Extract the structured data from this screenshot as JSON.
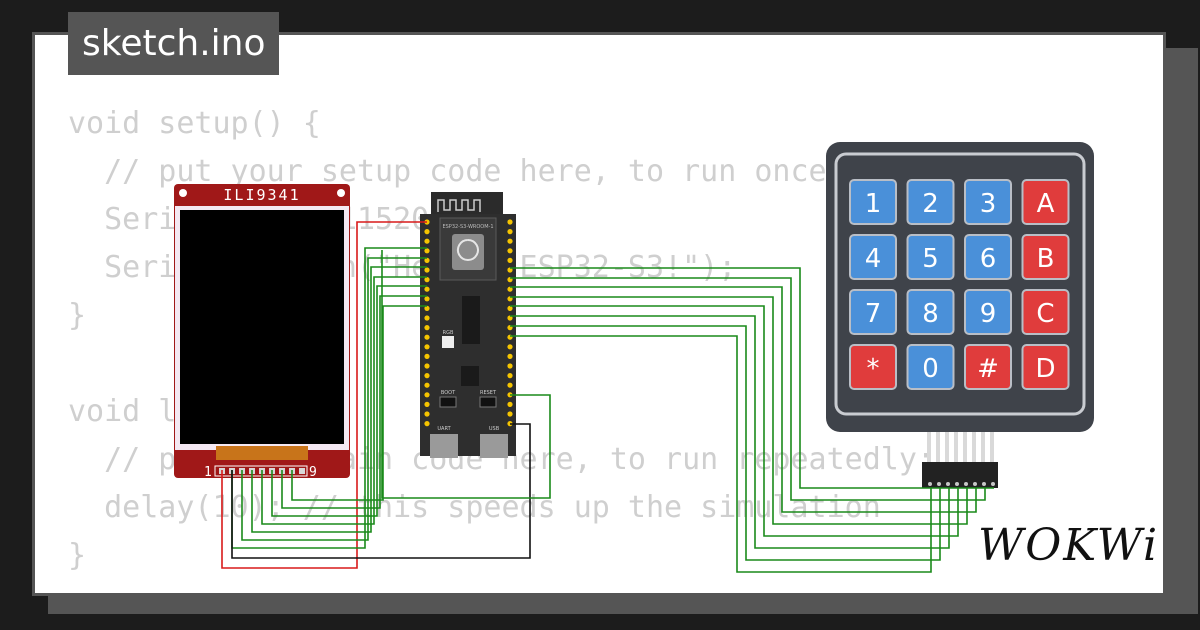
{
  "title": "sketch.ino",
  "code_lines": [
    "void setup() {",
    "  // put your setup code here, to run once:",
    "  Serial.begin(115200);",
    "  Serial.println(\"Hello, ESP32-S3!\");",
    "}",
    "",
    "void loop() {",
    "  // put your main code here, to run repeatedly:",
    "  delay(10); // this speeds up the simulation",
    "}"
  ],
  "display": {
    "label": "ILI9341",
    "pin_first": "1",
    "pin_last": "9"
  },
  "board": {
    "label": "ESP32-S3-WROOM-1",
    "rgb_label": "RGB",
    "boot_label": "BOOT",
    "reset_label": "RESET",
    "uart_label": "UART",
    "usb_label": "USB"
  },
  "keypad": {
    "keys": [
      "1",
      "2",
      "3",
      "A",
      "4",
      "5",
      "6",
      "B",
      "7",
      "8",
      "9",
      "C",
      "*",
      "0",
      "#",
      "D"
    ]
  },
  "brand": "WOKWi",
  "colors": {
    "wire_green": "#1a8a1a",
    "wire_red": "#d91a1a",
    "wire_black": "#111111",
    "key_blue": "#4a90d9",
    "key_red": "#e03c3c",
    "pcb_red": "#a01818",
    "board_dark": "#2e2e2e"
  }
}
